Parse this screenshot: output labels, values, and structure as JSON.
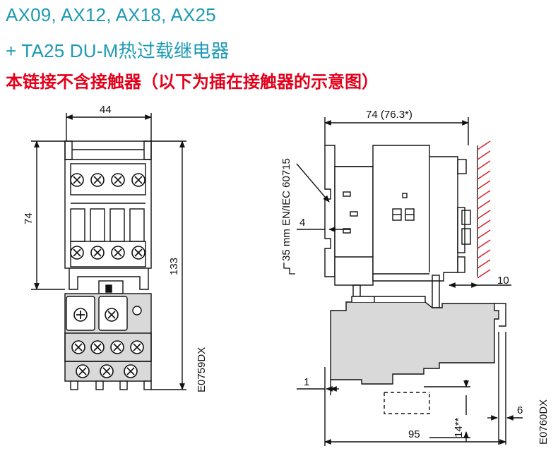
{
  "header": {
    "line1": "AX09, AX12, AX18, AX25",
    "line2": "+ TA25 DU-M热过载继电器",
    "note": "本链接不含接触器（以下为插在接触器的示意图）"
  },
  "front_view": {
    "width_label": "44",
    "contactor_height_label": "74",
    "total_height_label": "133",
    "drawing_code": "E0759DX"
  },
  "side_view": {
    "depth_label": "74 (76.3*)",
    "rail_label": "35 mm EN/IEC 60715",
    "offset_4": "4",
    "offset_10": "10",
    "offset_1": "1",
    "depth_95": "95",
    "offset_6": "6",
    "offset_14": "14**",
    "drawing_code": "E0760DX"
  },
  "colors": {
    "title_blue": "#1d9ab5",
    "note_red": "#e4001b",
    "relay_grey": "#d9d9d9",
    "wall_hatch": "#d9232e"
  }
}
